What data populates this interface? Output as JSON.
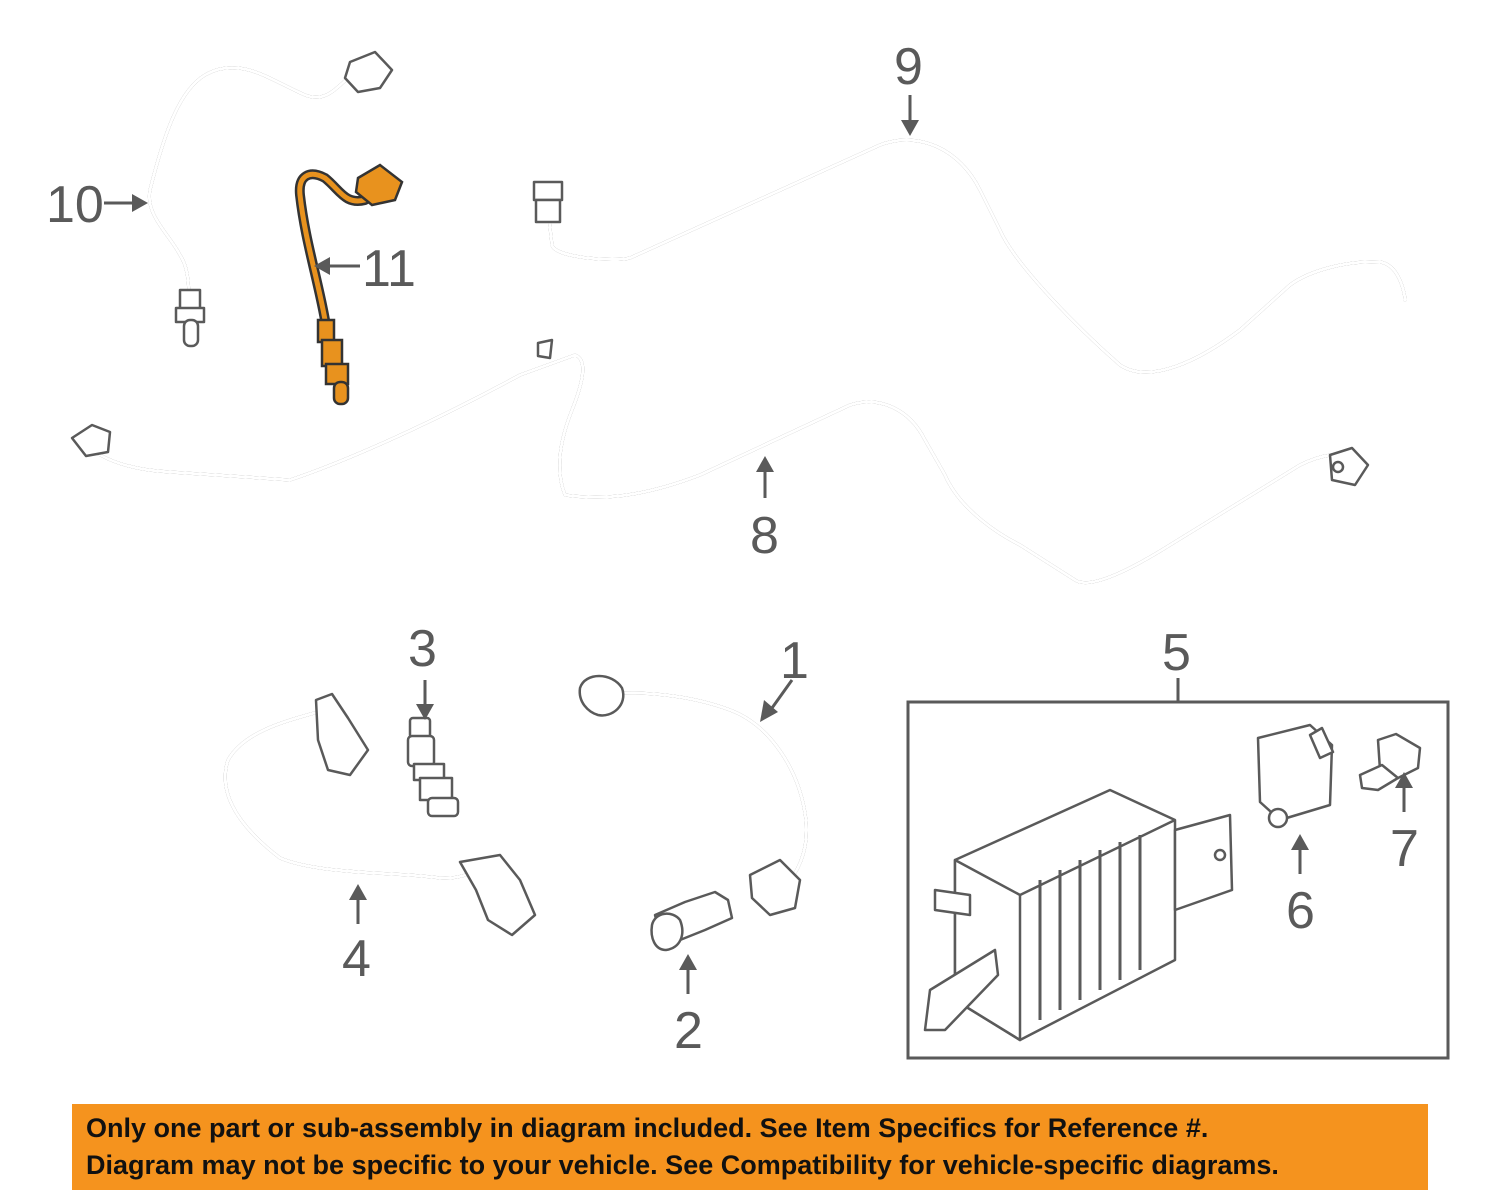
{
  "callouts": {
    "c1": "1",
    "c2": "2",
    "c3": "3",
    "c4": "4",
    "c5": "5",
    "c6": "6",
    "c7": "7",
    "c8": "8",
    "c9": "9",
    "c10": "10",
    "c11": "11"
  },
  "banner": {
    "line1": "Only one part or sub-assembly in diagram included. See Item Specifics for Reference #.",
    "line2": "Diagram may not be specific to your vehicle. See Compatibility for vehicle-specific diagrams."
  },
  "colors": {
    "line_art": "#5a5a5a",
    "highlight_part": "#e8921e",
    "banner_background": "#f5931e"
  }
}
